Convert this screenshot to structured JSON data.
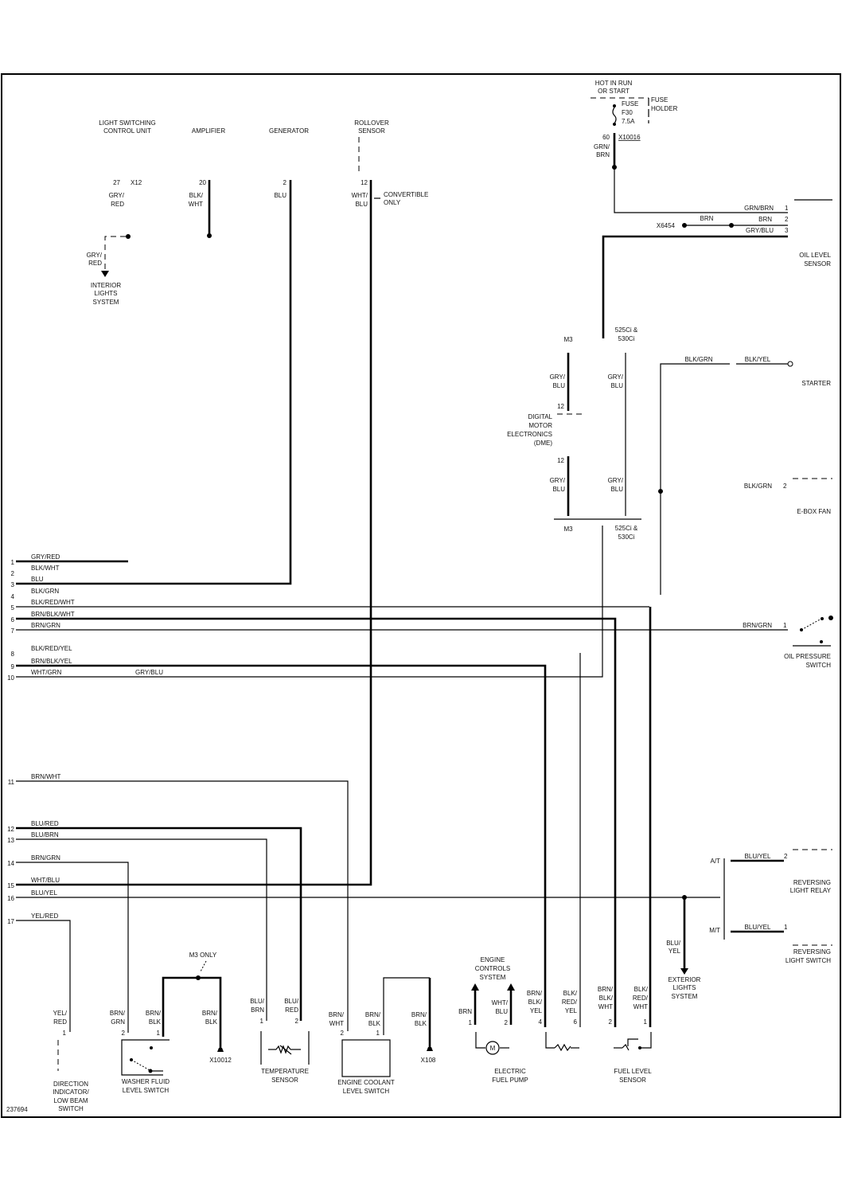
{
  "diagram_id": "237694",
  "components": {
    "light_switching_control_unit": [
      "LIGHT SWITCHING",
      "CONTROL UNIT"
    ],
    "amplifier": "AMPLIFIER",
    "generator": "GENERATOR",
    "rollover_sensor": [
      "ROLLOVER",
      "SENSOR"
    ],
    "hot_in_run": [
      "HOT IN RUN",
      "OR START"
    ],
    "fuse": [
      "FUSE",
      "F30",
      "7.5A"
    ],
    "fuse_holder": [
      "FUSE",
      "HOLDER"
    ],
    "oil_level_sensor": [
      "OIL LEVEL",
      "SENSOR"
    ],
    "interior_lights": [
      "INTERIOR",
      "LIGHTS",
      "SYSTEM"
    ],
    "dme": [
      "DIGITAL",
      "MOTOR",
      "ELECTRONICS",
      "(DME)"
    ],
    "starter": "STARTER",
    "ebox_fan": "E-BOX FAN",
    "oil_pressure_switch": [
      "OIL PRESSURE",
      "SWITCH"
    ],
    "reversing_light_relay": [
      "REVERSING",
      "LIGHT RELAY"
    ],
    "reversing_light_switch": [
      "REVERSING",
      "LIGHT SWITCH"
    ],
    "exterior_lights": [
      "EXTERIOR",
      "LIGHTS",
      "SYSTEM"
    ],
    "direction_indicator": [
      "DIRECTION",
      "INDICATOR/",
      "LOW BEAM",
      "SWITCH"
    ],
    "washer_fluid": [
      "WASHER FLUID",
      "LEVEL SWITCH"
    ],
    "temperature_sensor": [
      "TEMPERATURE",
      "SENSOR"
    ],
    "engine_coolant": [
      "ENGINE COOLANT",
      "LEVEL SWITCH"
    ],
    "engine_controls": [
      "ENGINE",
      "CONTROLS",
      "SYSTEM"
    ],
    "electric_fuel_pump": [
      "ELECTRIC",
      "FUEL PUMP"
    ],
    "fuel_level_sensor": [
      "FUEL LEVEL",
      "SENSOR"
    ]
  },
  "top_pins": {
    "lscu": {
      "pin": "27",
      "conn": "X12",
      "wire": [
        "GRY/",
        "RED"
      ]
    },
    "amp": {
      "pin": "20",
      "wire": [
        "BLK/",
        "WHT"
      ]
    },
    "gen": {
      "pin": "2",
      "wire": [
        "BLU"
      ]
    },
    "roll": {
      "pin": "12",
      "wire": [
        "WHT/",
        "BLU"
      ],
      "note": [
        "CONVERTIBLE",
        "ONLY"
      ]
    },
    "fuse_out": {
      "pin": "60",
      "conn": "X10016",
      "wire": [
        "GRN/",
        "BRN"
      ]
    },
    "interior_wire": [
      "GRY/",
      "RED"
    ]
  },
  "oil_level": {
    "wires": [
      {
        "pin": "1",
        "label": "GRN/BRN"
      },
      {
        "pin": "2",
        "label": "BRN",
        "mid": "BRN",
        "conn": "X6454"
      },
      {
        "pin": "3",
        "label": "GRY/BLU"
      }
    ]
  },
  "dme_block": {
    "m3": "M3",
    "variant": [
      "525Ci &",
      "530Ci"
    ],
    "wire": [
      "GRY/",
      "BLU"
    ],
    "pin": "12",
    "starter_wire_left": "BLK/GRN",
    "starter_wire_right": "BLK/YEL",
    "ebox_wire": "BLK/GRN",
    "ebox_pin": "2"
  },
  "left_connector": [
    {
      "pin": "1",
      "wire": "GRY/RED"
    },
    {
      "pin": "2",
      "wire": "BLK/WHT"
    },
    {
      "pin": "3",
      "wire": "BLU"
    },
    {
      "pin": "4",
      "wire": "BLK/GRN"
    },
    {
      "pin": "5",
      "wire": "BLK/RED/WHT"
    },
    {
      "pin": "6",
      "wire": "BRN/BLK/WHT"
    },
    {
      "pin": "7",
      "wire": "BRN/GRN"
    },
    {
      "pin": "8",
      "wire": "BLK/RED/YEL"
    },
    {
      "pin": "9",
      "wire": "BRN/BLK/YEL"
    },
    {
      "pin": "10",
      "wire": "WHT/GRN",
      "wire2": "GRY/BLU"
    },
    {
      "pin": "11",
      "wire": "BRN/WHT"
    },
    {
      "pin": "12",
      "wire": "BLU/RED"
    },
    {
      "pin": "13",
      "wire": "BLU/BRN"
    },
    {
      "pin": "14",
      "wire": "BRN/GRN"
    },
    {
      "pin": "15",
      "wire": "WHT/BLU"
    },
    {
      "pin": "16",
      "wire": "BLU/YEL"
    },
    {
      "pin": "17",
      "wire": "YEL/RED"
    }
  ],
  "oil_pressure": {
    "wire": "BRN/GRN",
    "pin": "1"
  },
  "reversing": {
    "at": "A/T",
    "mt": "M/T",
    "relay_wire": "BLU/YEL",
    "relay_pin": "2",
    "switch_wire": "BLU/YEL",
    "switch_pin": "1",
    "ext_wire": [
      "BLU/",
      "YEL"
    ]
  },
  "bottom": {
    "dir_ind": {
      "wire": [
        "YEL/",
        "RED"
      ],
      "pin": "1"
    },
    "washer": {
      "wire1": [
        "BRN/",
        "GRN"
      ],
      "pin1": "2",
      "wire2": [
        "BRN/",
        "BLK"
      ],
      "pin2": "1"
    },
    "m3only": "M3 ONLY",
    "ground1": {
      "wire": [
        "BRN/",
        "BLK"
      ],
      "conn": "X10012"
    },
    "temp": {
      "wire1": [
        "BLU/",
        "BRN"
      ],
      "pin1": "1",
      "wire2": [
        "BLU/",
        "RED"
      ],
      "pin2": "2"
    },
    "coolant": {
      "wire1": [
        "BRN/",
        "WHT"
      ],
      "pin1": "2",
      "wire2": [
        "BRN/",
        "BLK"
      ],
      "pin2": "1"
    },
    "ground2": {
      "wire": [
        "BRN/",
        "BLK"
      ],
      "conn": "X108"
    },
    "pump": {
      "wire1": [
        "BRN"
      ],
      "pin1": "1",
      "wire2": [
        "WHT/",
        "BLU"
      ],
      "pin2": "2",
      "motor": "M"
    },
    "fuel": {
      "w4": [
        "BRN/",
        "BLK/",
        "YEL"
      ],
      "p4": "4",
      "w6": [
        "BLK/",
        "RED/",
        "YEL"
      ],
      "p6": "6",
      "w2": [
        "BRN/",
        "BLK/",
        "WHT"
      ],
      "p2": "2",
      "w1": [
        "BLK/",
        "RED/",
        "WHT"
      ],
      "p1": "1"
    }
  }
}
